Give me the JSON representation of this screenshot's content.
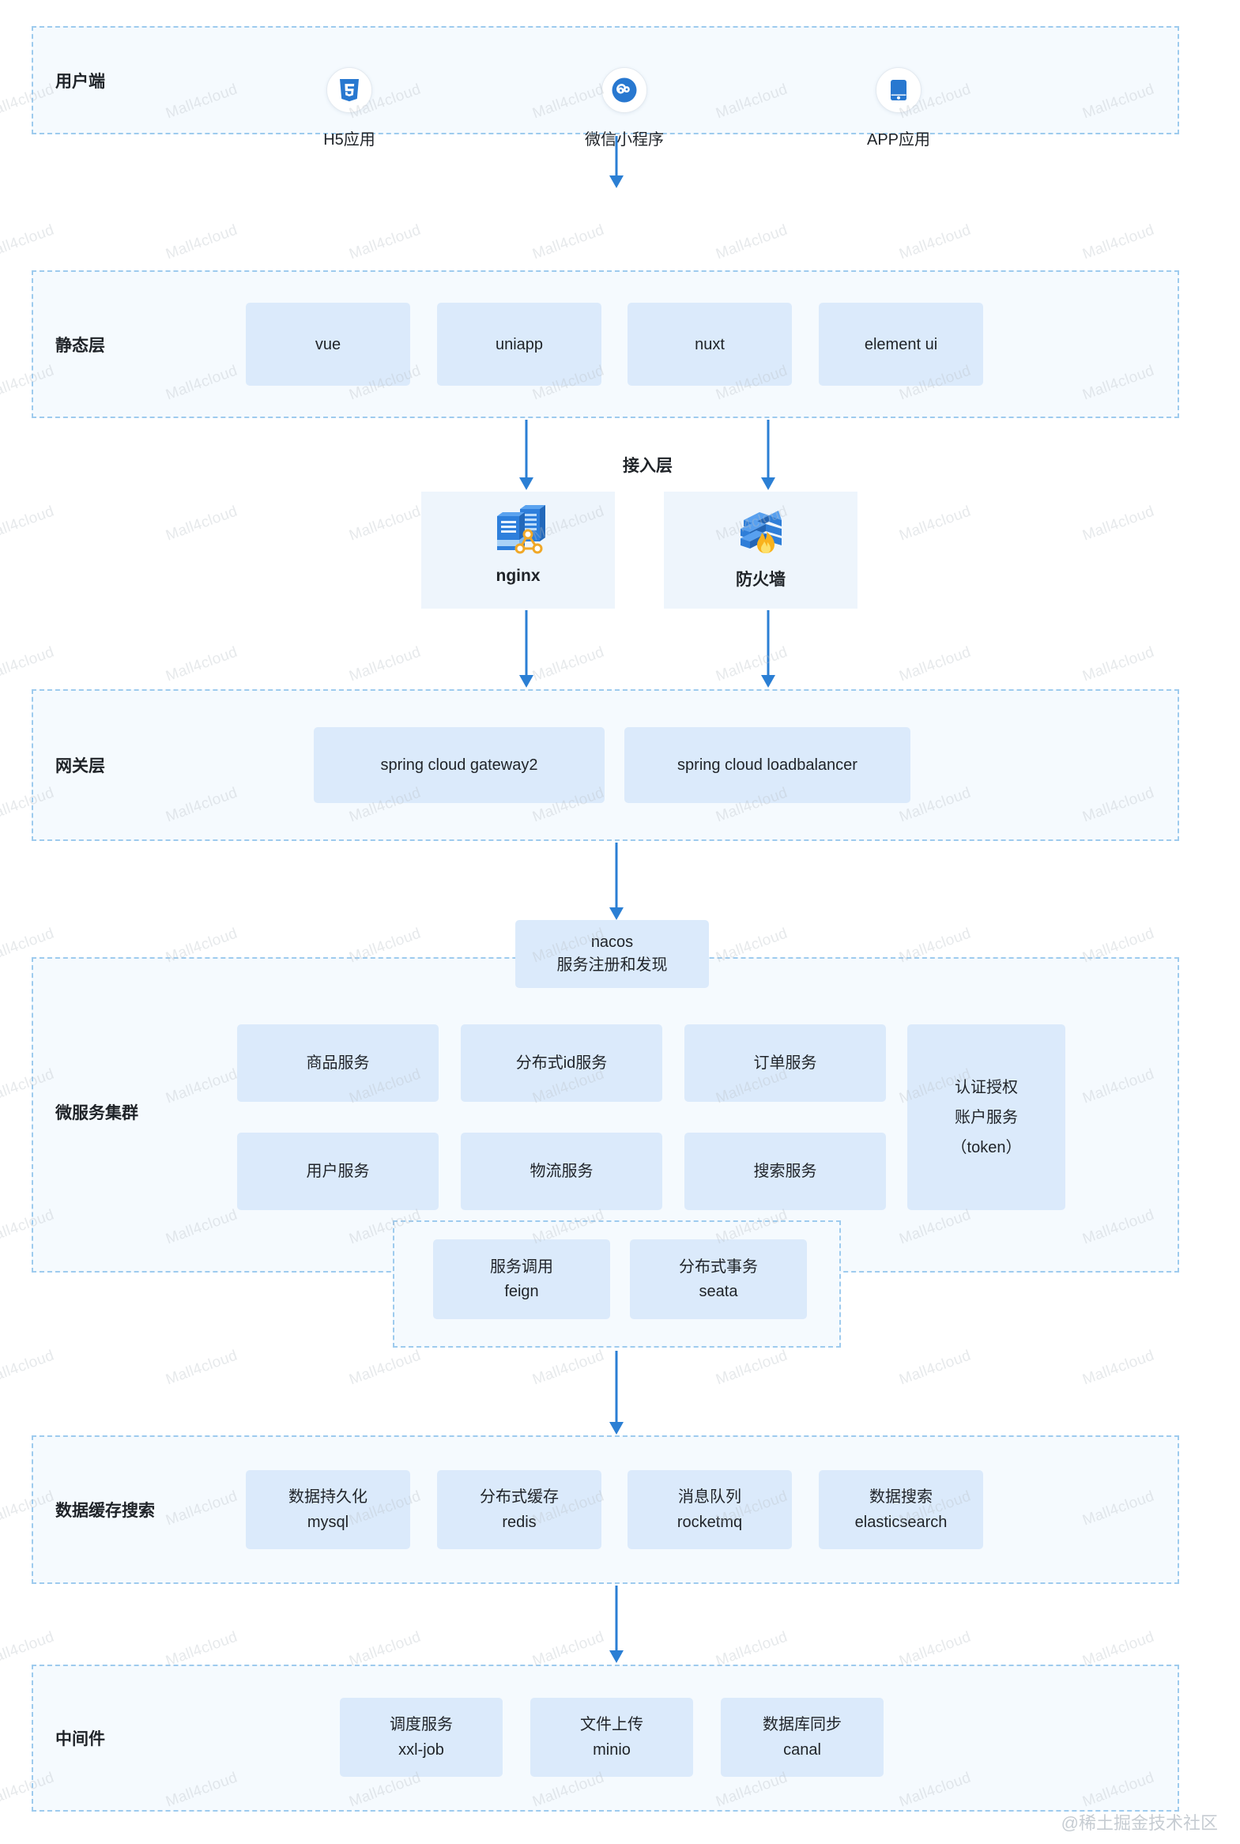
{
  "meta": {
    "watermark_text": "Mall4cloud",
    "credit": "@稀土掘金技术社区",
    "accent_color": "#2b7fd4",
    "tile_color": "#dbeafb",
    "panel_bg": "#f5fafe",
    "panel_border": "#9ecbee"
  },
  "layers": [
    {
      "id": "client",
      "label": "用户端",
      "clients": [
        {
          "name": "H5应用",
          "icon": "html5-icon"
        },
        {
          "name": "微信小程序",
          "icon": "wechat-miniprogram-icon"
        },
        {
          "name": "APP应用",
          "icon": "mobile-phone-icon"
        }
      ]
    },
    {
      "id": "static",
      "label": "静态层",
      "tiles": [
        "vue",
        "uniapp",
        "nuxt",
        "element ui"
      ]
    },
    {
      "id": "access",
      "label": "接入层",
      "cards": [
        {
          "name": "nginx",
          "icon": "server-rack-icon"
        },
        {
          "name": "防火墙",
          "icon": "firewall-brick-icon"
        }
      ]
    },
    {
      "id": "gateway",
      "label": "网关层",
      "tiles": [
        "spring cloud gateway2",
        "spring cloud loadbalancer"
      ]
    },
    {
      "id": "microservice",
      "label": "微服务集群",
      "registry": {
        "line1": "nacos",
        "line2": "服务注册和发现"
      },
      "services_row1": [
        "商品服务",
        "分布式id服务",
        "订单服务"
      ],
      "services_row2": [
        "用户服务",
        "物流服务",
        "搜索服务"
      ],
      "auth_tile": {
        "line1": "认证授权",
        "line2": "账户服务",
        "line3": "（token）"
      },
      "subgroup": [
        {
          "line1": "服务调用",
          "line2": "feign"
        },
        {
          "line1": "分布式事务",
          "line2": "seata"
        }
      ]
    },
    {
      "id": "data",
      "label": "数据缓存搜索",
      "tiles": [
        {
          "line1": "数据持久化",
          "line2": "mysql"
        },
        {
          "line1": "分布式缓存",
          "line2": "redis"
        },
        {
          "line1": "消息队列",
          "line2": "rocketmq"
        },
        {
          "line1": "数据搜索",
          "line2": "elasticsearch"
        }
      ]
    },
    {
      "id": "middleware",
      "label": "中间件",
      "tiles": [
        {
          "line1": "调度服务",
          "line2": "xxl-job"
        },
        {
          "line1": "文件上传",
          "line2": "minio"
        },
        {
          "line1": "数据库同步",
          "line2": "canal"
        }
      ]
    }
  ]
}
